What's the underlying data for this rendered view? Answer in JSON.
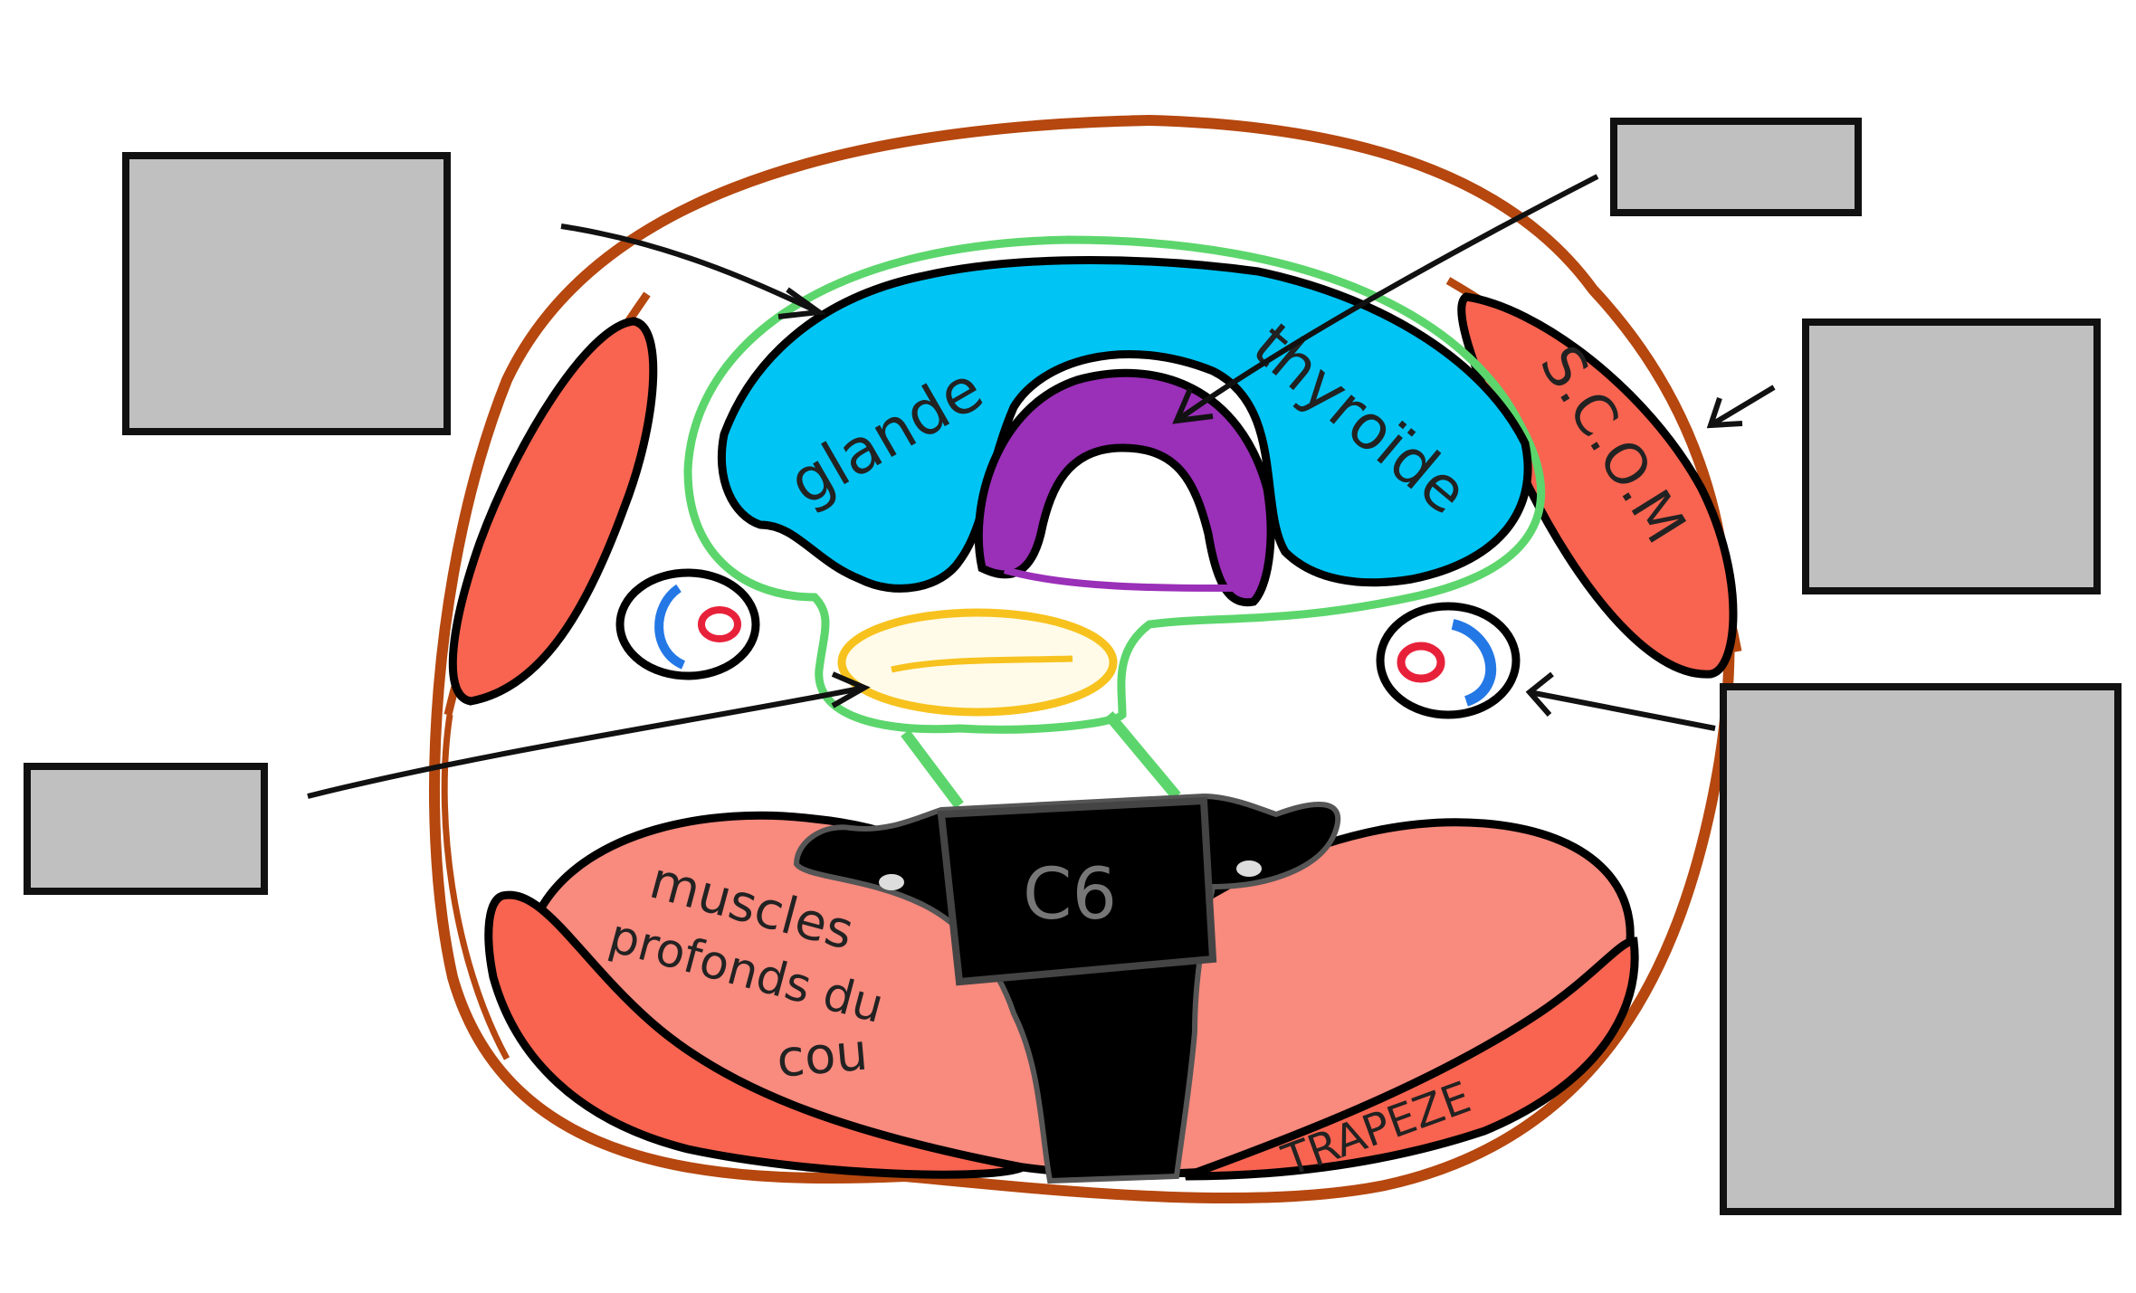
{
  "labels": {
    "thyroid_left": "glande",
    "thyroid_right": "thyroïde",
    "scm": "S.C.O.M",
    "vertebra": "C6",
    "deep_muscles_1": "muscles",
    "deep_muscles_2": "profonds du",
    "deep_muscles_3": "cou",
    "trapezius": "TRAPEZE"
  },
  "colors": {
    "skin_outline": "#b5470f",
    "muscle": "#f86450",
    "deep_muscle": "#f88a7e",
    "thyroid": "#00c4f4",
    "trachea": "#9a2fb8",
    "esophagus": "#f7c21e",
    "fascia": "#5cd66c",
    "vertebra": "#000000",
    "artery": "#e8213a",
    "vein": "#2478e6",
    "blank_box_fill": "#c0c0c0",
    "blank_box_border": "#111111"
  },
  "blank_boxes": [
    {
      "id": "box-top-left",
      "target": "pretracheal fascia"
    },
    {
      "id": "box-top-right",
      "target": "trachea"
    },
    {
      "id": "box-right-upper",
      "target": "sternocleidomastoid"
    },
    {
      "id": "box-left-lower",
      "target": "esophagus"
    },
    {
      "id": "box-right-lower",
      "target": "vasculo-nervous bundle"
    }
  ]
}
